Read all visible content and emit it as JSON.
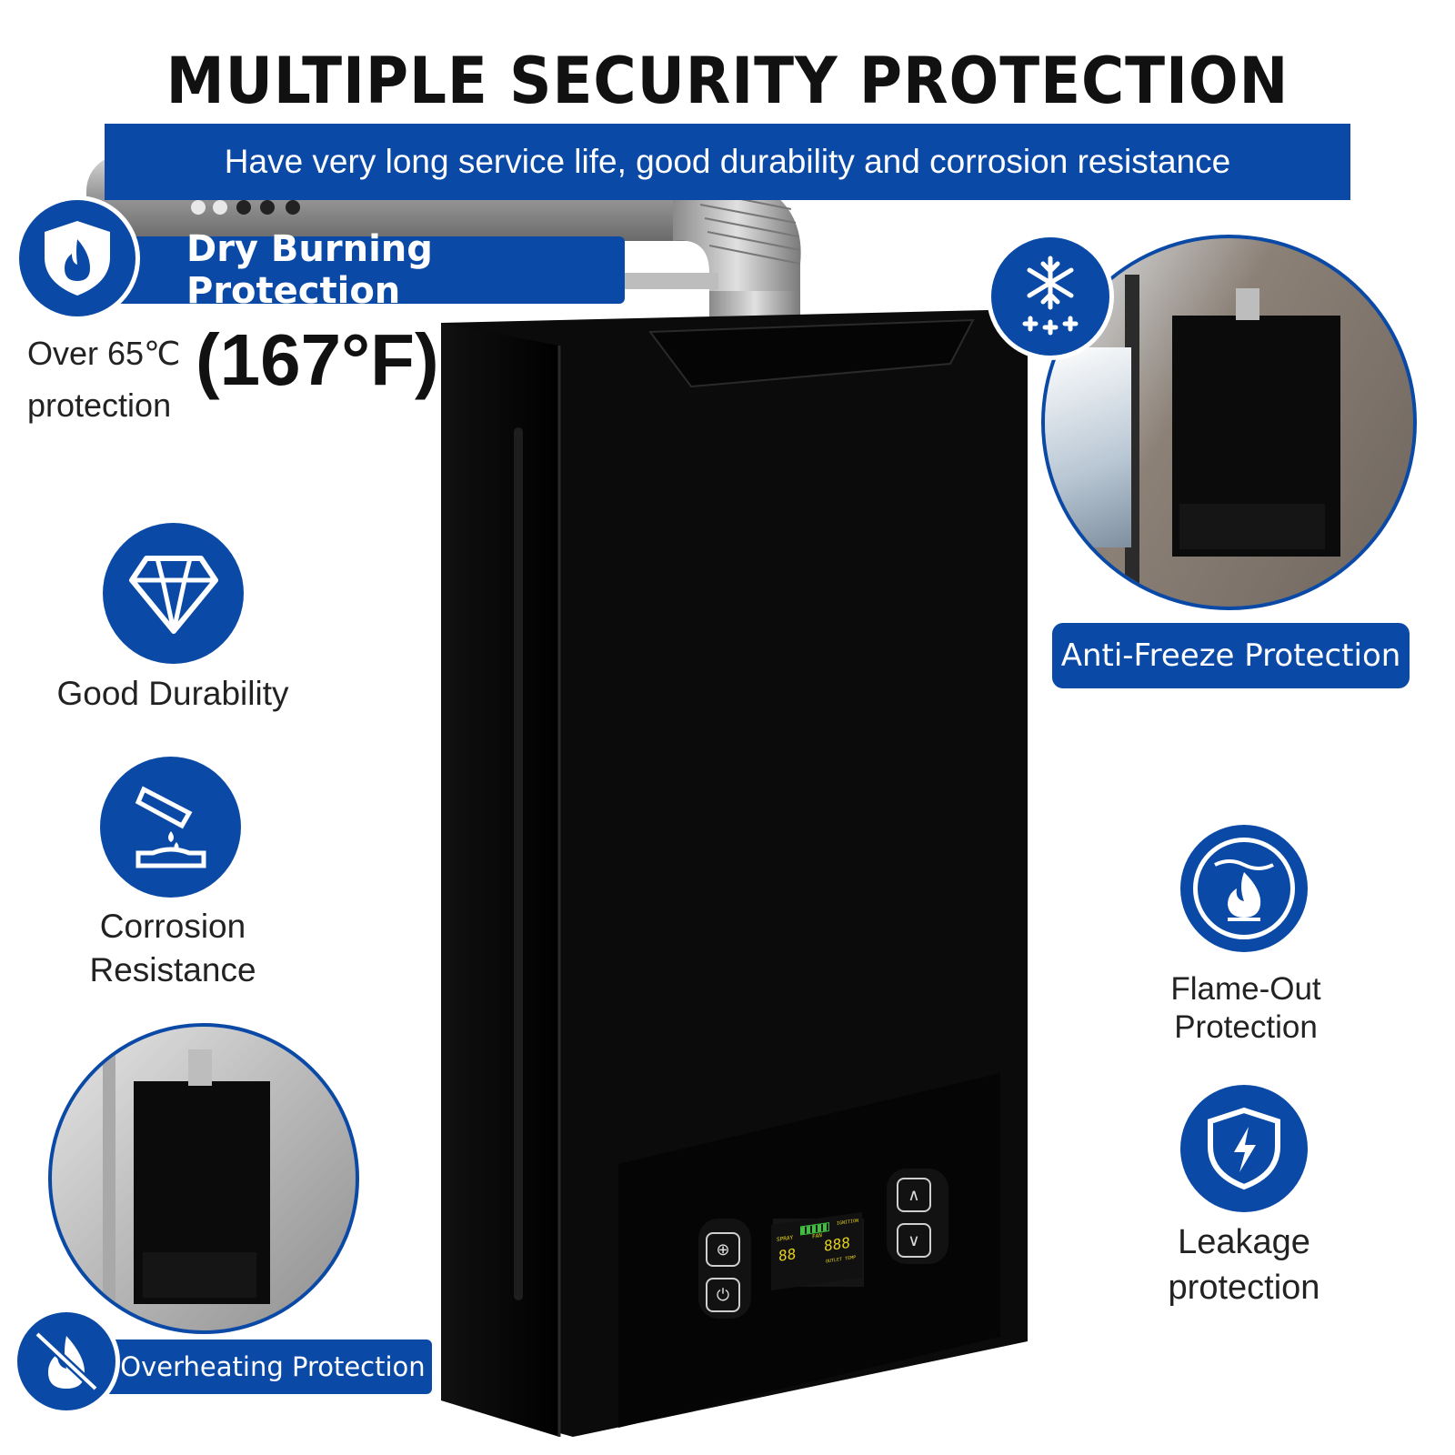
{
  "title": "MULTIPLE SECURITY PROTECTION",
  "subtitle": "Have very long service life, good durability and corrosion resistance",
  "features": {
    "dry_burning": "Dry Burning Protection",
    "dry_burning_detail_line1": "Over 65℃",
    "dry_burning_detail_line2": "protection",
    "dry_burning_temp": "(167°F)",
    "good_durability": "Good Durability",
    "corrosion_line1": "Corrosion",
    "corrosion_line2": "Resistance",
    "overheating": "Overheating Protection",
    "anti_freeze": "Anti-Freeze Protection",
    "flame_out_line1": "Flame-Out",
    "flame_out_line2": "Protection",
    "leakage_line1": "Leakage",
    "leakage_line2": "protection"
  },
  "display_panel": {
    "spray": "SPRAY",
    "fan": "FAN",
    "ignition": "IGNITION",
    "outlet_temp": "OUTLET TEMP",
    "left_digits": "88",
    "right_digits": "888"
  },
  "colors": {
    "brand_blue": "#0a4aa6",
    "heater_body": "#0b0b0b",
    "lcd_text": "#e4d21c"
  }
}
